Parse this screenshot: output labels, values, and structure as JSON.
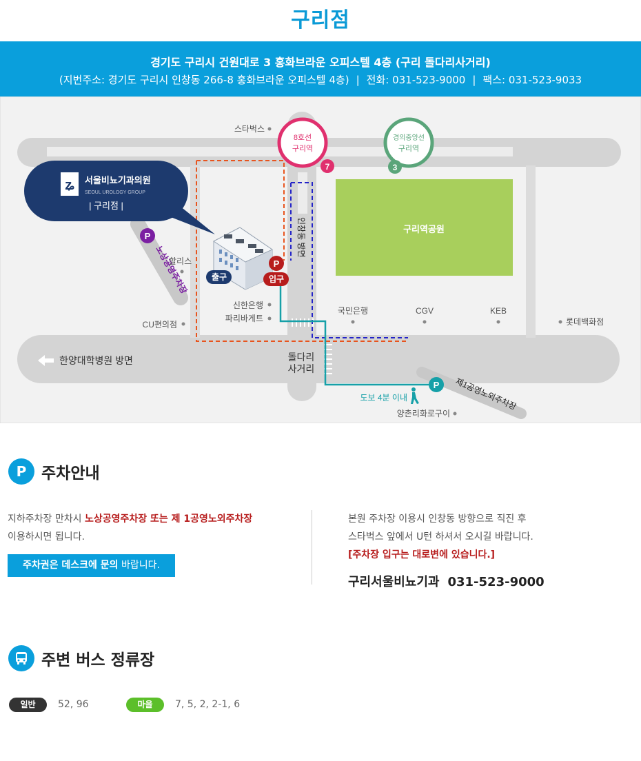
{
  "header": {
    "title": "구리점"
  },
  "address": {
    "line1": "경기도 구리시 건원대로 3 홍화브라운 오피스텔 4층 (구리 돌다리사거리)",
    "jibun": "(지번주소: 경기도 구리시 인창동 266-8 홍화브라운 오피스텔 4층)",
    "phone": "전화: 031-523-9000",
    "fax": "팩스: 031-523-9033",
    "separator": "|"
  },
  "map": {
    "logo": {
      "name_ko": "서울비뇨기과의원",
      "name_en": "SEOUL UROLOGY GROUP",
      "branch": "| 구리점 |"
    },
    "stations": [
      {
        "line": "8호선",
        "name": "구리역",
        "exit": "7",
        "color": "#e0306e"
      },
      {
        "line": "경의중앙선",
        "name": "구리역",
        "exit": "3",
        "color": "#5aa57a"
      }
    ],
    "park_label": "구리역공원",
    "park_color": "#a8cf5c",
    "road_direction": "한양대학병원 방면",
    "side_road": "인창동 방면",
    "crossroad": [
      "돌다리",
      "사거리"
    ],
    "exit_label": "출구",
    "entrance_label": "입구",
    "parking_letter": "P",
    "roadside_parking": "노상공영주차장",
    "public_parking": "제1공영노외주차장",
    "walk": "도보 4분 이내",
    "landmarks": {
      "starbucks": "스타벅스",
      "hollys": "할리스",
      "cu": "CU편의점",
      "shinhan": "신한은행",
      "paris": "파리바게트",
      "kookmin": "국민은행",
      "cgv": "CGV",
      "keb": "KEB",
      "lotte": "롯데백화점",
      "yangchon": "양촌리화로구이"
    },
    "route_colors": {
      "orange": "#e8541e",
      "blue": "#2323c8",
      "teal": "#16a0a8"
    }
  },
  "parking_info": {
    "title": "주차안내",
    "icon_letter": "P",
    "left_line1_prefix": "지하주차장 만차시 ",
    "left_line1_highlight": "노상공영주차장 또는 제 1공영노외주차장",
    "left_line2": "이용하시면 됩니다.",
    "ticket_bold": "주차권은 데스크에 문의",
    "ticket_rest": " 바랍니다.",
    "right_line1": "본원 주차장 이용시 인창동 방향으로 직진 후",
    "right_line2": "스타벅스 앞에서 U턴 하셔서 오시길 바랍니다.",
    "right_warning": "[주차장 입구는 대로변에 있습니다.]",
    "clinic_name": "구리서울비뇨기과",
    "clinic_phone": "031-523-9000"
  },
  "bus": {
    "title": "주변 버스 정류장",
    "general_label": "일반",
    "general_routes": "52, 96",
    "general_color": "#333333",
    "village_label": "마을",
    "village_routes": "7, 5, 2, 2-1, 6",
    "village_color": "#5cbf2a"
  }
}
